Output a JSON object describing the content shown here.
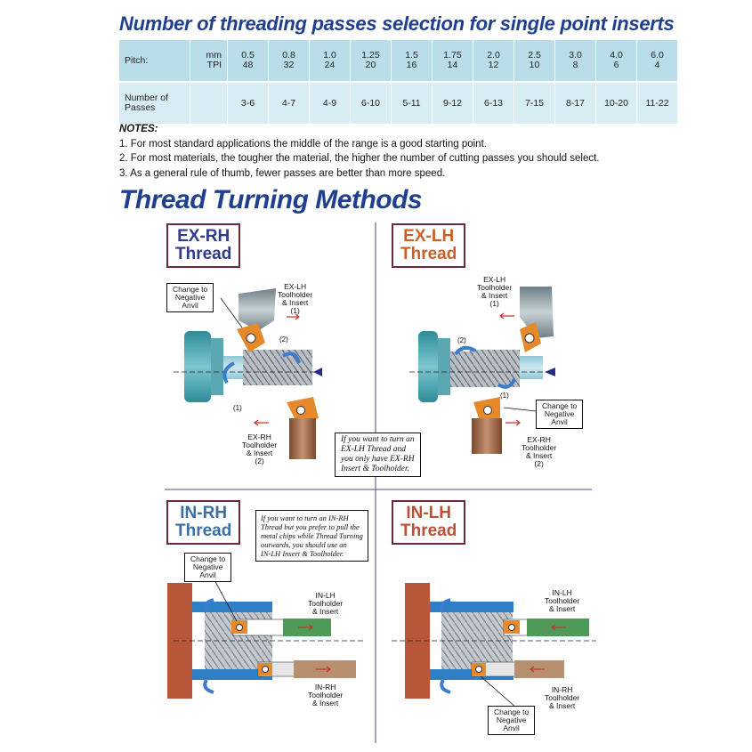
{
  "header": {
    "title": "Number of threading passes selection for single point inserts"
  },
  "table": {
    "pitch_label": "Pitch:",
    "unit_mm": "mm",
    "unit_tpi": "TPI",
    "mm": [
      "0.5",
      "0.8",
      "1.0",
      "1.25",
      "1.5",
      "1.75",
      "2.0",
      "2.5",
      "3.0",
      "4.0",
      "6.0"
    ],
    "tpi": [
      "48",
      "32",
      "24",
      "20",
      "16",
      "14",
      "12",
      "10",
      "8",
      "6",
      "4"
    ],
    "passes_label_1": "Number of",
    "passes_label_2": "Passes",
    "passes": [
      "3-6",
      "4-7",
      "4-9",
      "6-10",
      "5-11",
      "9-12",
      "6-13",
      "7-15",
      "8-17",
      "10-20",
      "11-22"
    ]
  },
  "notes": {
    "heading": "NOTES:",
    "items": [
      "1. For most standard applications the middle of the range is a good starting point.",
      "2. For most materials, the tougher the material, the higher the number of cutting passes you should select.",
      "3. As a general rule of thumb, fewer passes are better than more speed."
    ]
  },
  "section": {
    "title": "Thread Turning Methods"
  },
  "quadrants": {
    "exrh": {
      "t1": "EX-RH",
      "t2": "Thread",
      "color": "#2f3a8a"
    },
    "exlh": {
      "t1": "EX-LH",
      "t2": "Thread",
      "color": "#c8602a"
    },
    "inrh": {
      "t1": "IN-RH",
      "t2": "Thread",
      "color": "#3a6ea5"
    },
    "inlh": {
      "t1": "IN-LH",
      "t2": "Thread",
      "color": "#b8503a"
    }
  },
  "labels": {
    "change_neg": [
      "Change to",
      "Negative",
      "Anvil"
    ],
    "exlh_tool": [
      "EX-LH",
      "Toolholder",
      "& Insert",
      "(1)"
    ],
    "exrh_tool": [
      "EX-RH",
      "Toolholder",
      "& Insert",
      "(2)"
    ],
    "inlh_tool": [
      "IN-LH",
      "Toolholder",
      "& Insert"
    ],
    "inrh_tool": [
      "IN-RH",
      "Toolholder",
      "& Insert"
    ],
    "n1": "(1)",
    "n2": "(2)"
  },
  "side_notes": {
    "exlh_note": [
      "If you want to turn an",
      "EX-LH Thread and",
      "you only have EX-RH",
      "Insert & Toolholder."
    ],
    "inrh_note": [
      "If you want to turn an IN-RH",
      "Thread but you prefer to pull the",
      "metal chips while Thread Turning",
      "outwards, you should use an",
      "IN-LH  Insert & Toolholder."
    ]
  },
  "colors": {
    "title_blue": "#1f3f8f",
    "table_head": "#b9dde9",
    "table_row": "#d8ecf3",
    "teal": "#3a9aa6",
    "orange": "#e0893a",
    "brown": "#8a5a3a"
  }
}
